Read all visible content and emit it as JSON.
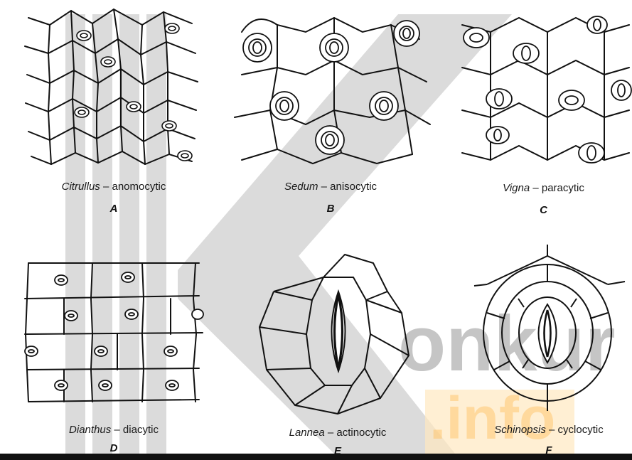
{
  "panels": [
    {
      "genus": "Citrullus",
      "type": "– anomocytic",
      "letter": "A"
    },
    {
      "genus": "Sedum",
      "type": "– anisocytic",
      "letter": "B"
    },
    {
      "genus": "Vigna",
      "type": "– paracytic",
      "letter": "C"
    },
    {
      "genus": "Dianthus",
      "type": "– diacytic",
      "letter": "D"
    },
    {
      "genus": "Lannea",
      "type": "– actinocytic",
      "letter": "E"
    },
    {
      "genus": "Schinopsis",
      "type": "– cyclocytic",
      "letter": "F"
    }
  ],
  "watermark": {
    "word": "onkur",
    "suffix": ".info",
    "mark": "K"
  }
}
